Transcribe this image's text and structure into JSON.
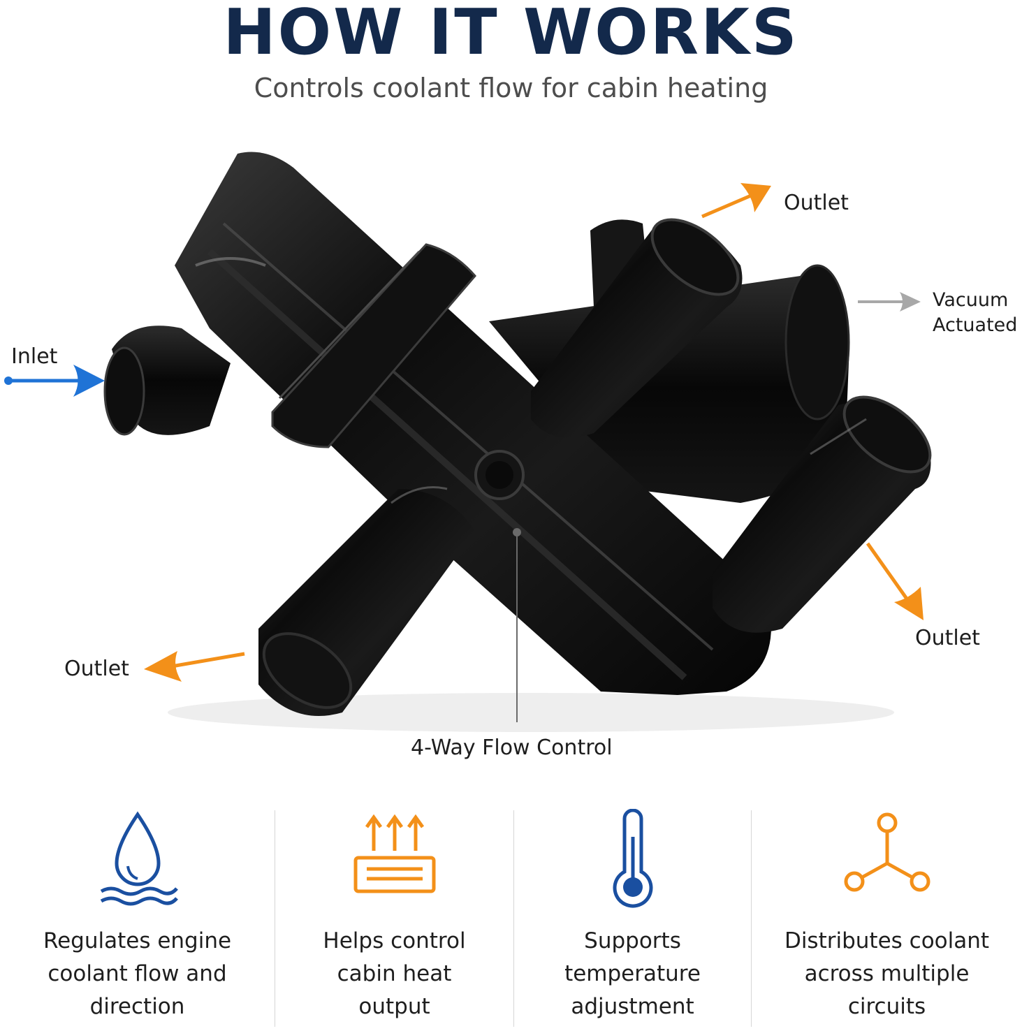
{
  "header": {
    "title": "HOW IT WORKS",
    "subtitle": "Controls coolant flow for cabin heating"
  },
  "callouts": {
    "inlet": "Inlet",
    "outlet_top": "Outlet",
    "vacuum_line1": "Vacuum",
    "vacuum_line2": "Actuated",
    "outlet_right": "Outlet",
    "outlet_left": "Outlet",
    "center": "4-Way Flow Control"
  },
  "colors": {
    "title": "#13294b",
    "inlet_arrow": "#1f73d6",
    "outlet_arrow": "#f39019",
    "vacuum_arrow": "#a8a8a8",
    "icon_blue": "#1a4fa0",
    "icon_orange": "#f39019"
  },
  "features": [
    {
      "icon": "water-drop-icon",
      "label": "Regulates engine\ncoolant flow and\ndirection"
    },
    {
      "icon": "heat-output-icon",
      "label": "Helps control\ncabin heat\noutput"
    },
    {
      "icon": "thermometer-icon",
      "label": "Supports\ntemperature\nadjustment"
    },
    {
      "icon": "distribution-icon",
      "label": "Distributes coolant\nacross multiple\ncircuits"
    }
  ]
}
